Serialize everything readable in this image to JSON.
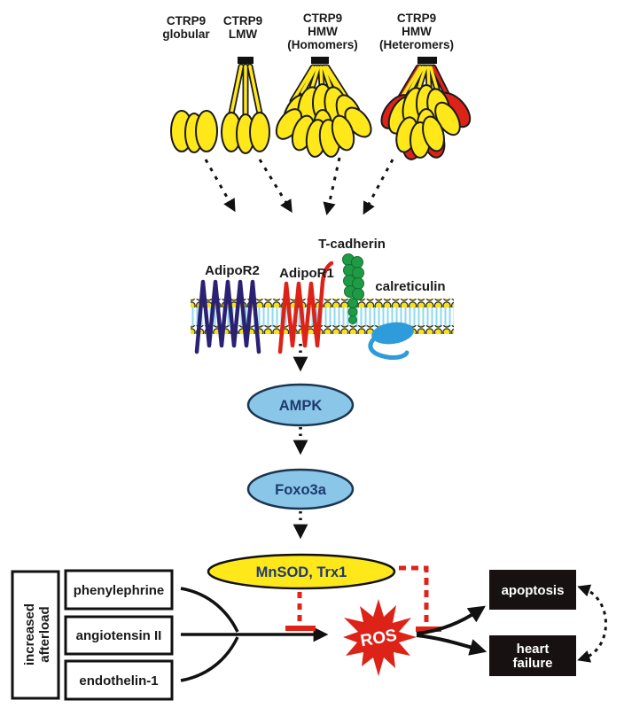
{
  "ligands": {
    "globular": {
      "line1": "CTRP9",
      "line2": "globular"
    },
    "lmw": {
      "line1": "CTRP9",
      "line2": "LMW"
    },
    "homomers": {
      "line1": "CTRP9",
      "line2": "HMW",
      "line3": "(Homomers)"
    },
    "heteromers": {
      "line1": "CTRP9",
      "line2": "HMW",
      "line3": "(Heteromers)"
    }
  },
  "membrane": {
    "adipor2": "AdipoR2",
    "adipor1": "AdipoR1",
    "t_cadherin": "T-cadherin",
    "calreticulin": "calreticulin"
  },
  "cascade": {
    "ampk": "AMPK",
    "foxo3a": "Foxo3a",
    "antioxidants": "MnSOD, Trx1"
  },
  "afterload": {
    "line1": "increased",
    "line2": "afterload",
    "items": [
      "phenylephrine",
      "angiotensin II",
      "endothelin-1"
    ]
  },
  "ros_label": "ROS",
  "outcomes": {
    "apoptosis": "apoptosis",
    "heart_line1": "heart",
    "heart_line2": "failure"
  },
  "colors": {
    "ctrp9_yellow": "#FFE81A",
    "heteromer_red": "#DD2318",
    "adipor2_navy": "#2B2173",
    "adipor1_red": "#DD2318",
    "t_cadherin_green": "#1F9B45",
    "calreticulin_blue": "#2E9BDB",
    "kinase_fill_blue": "#8AC6E8",
    "inhibition_red": "#E02318",
    "outcome_box_black": "#181112",
    "membrane_tail_blue": "#8ED8F0"
  }
}
